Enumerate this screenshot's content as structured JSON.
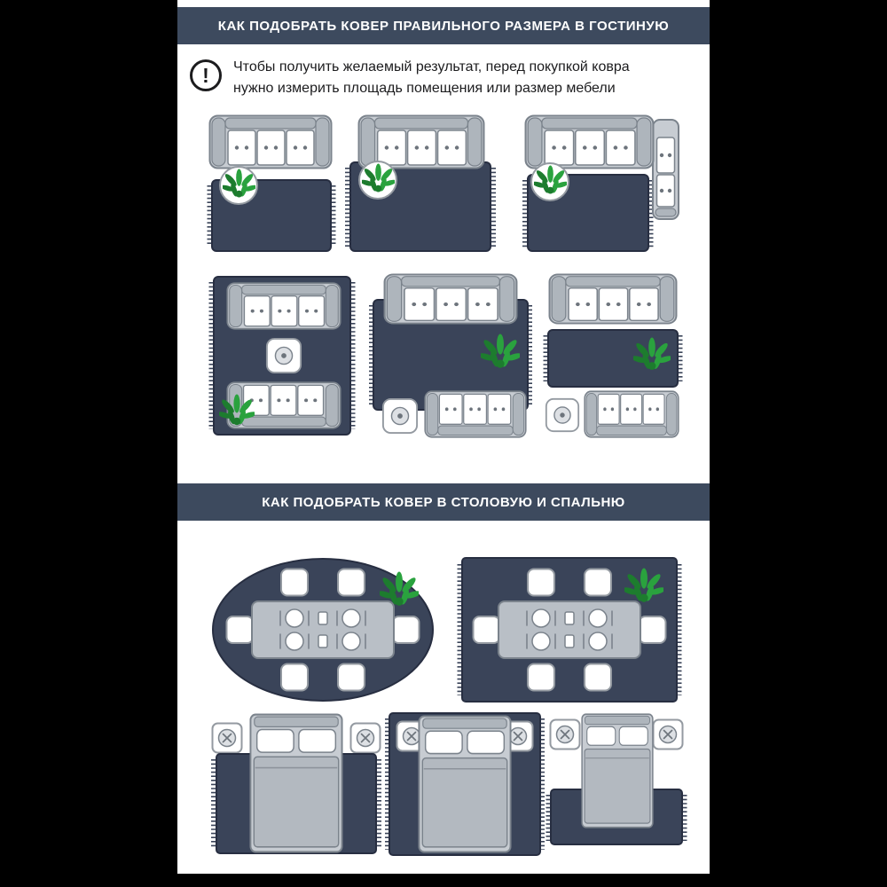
{
  "page": {
    "outer_bg": "#000000",
    "content_bg": "#ffffff"
  },
  "living_section": {
    "title": "КАК ПОДОБРАТЬ КОВЕР ПРАВИЛЬНОГО РАЗМЕРА В ГОСТИНУЮ",
    "note": {
      "icon": "!",
      "text": "Чтобы получить желаемый результат, перед покупкой ковра нужно измерить площадь помещения или размер мебели"
    }
  },
  "dining_bedroom_section": {
    "title": "КАК ПОДОБРАТЬ КОВЕР В СТОЛОВУЮ И СПАЛЬНЮ"
  },
  "colors": {
    "header_bg": "#3d4a5e",
    "rug": "#3a4459",
    "rug_border": "#272e41",
    "sofa": "#c7ccd2",
    "sofa_trim": "#aeb5bc",
    "outline": "#7b838c",
    "cushion": "#ffffff",
    "white_furniture": "#ffffff",
    "table": "#b9bfc6",
    "plant_green": "#2aa23e",
    "plant_dark": "#1d7c2e",
    "text": "#1c1c1e"
  }
}
